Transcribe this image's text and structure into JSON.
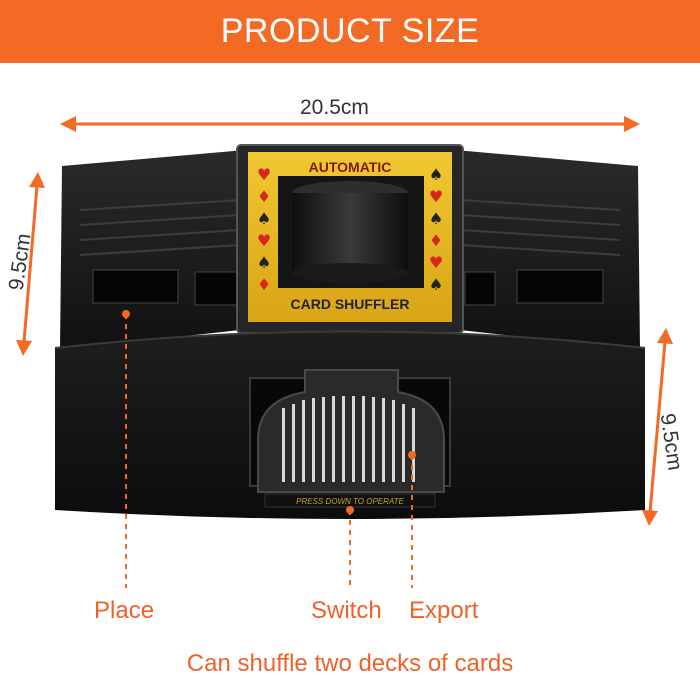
{
  "header": {
    "title": "PRODUCT SIZE"
  },
  "dimensions": {
    "width": "20.5cm",
    "left_height": "9.5cm",
    "right_height": "9.5cm"
  },
  "product": {
    "top_label": "AUTOMATIC",
    "bottom_label": "CARD SHUFFLER",
    "button_text": "PRESS DOWN TO OPERATE"
  },
  "callouts": {
    "place": "Place",
    "switch": "Switch",
    "export": "Export"
  },
  "caption": "Can shuffle two decks of cards",
  "colors": {
    "accent": "#f26a24",
    "callout_text": "#f0612a",
    "product_body": "#1b1b1b",
    "label_gold": "#e6b81e",
    "suit_red": "#d6261e"
  }
}
